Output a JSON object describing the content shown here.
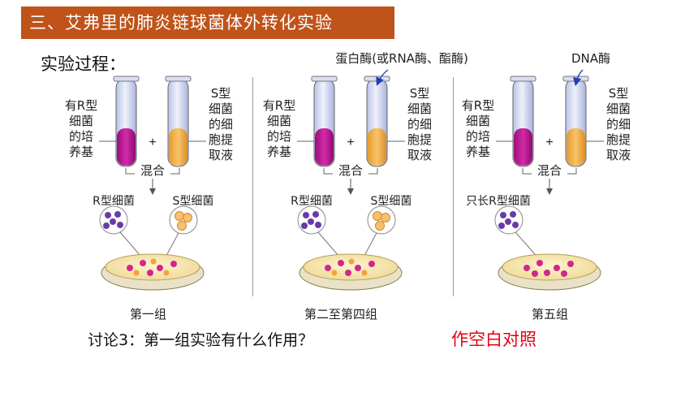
{
  "title": "三、艾弗里的肺炎链球菌体外转化实验",
  "subtitle": "实验过程：",
  "panels": [
    {
      "left_label": "有R型\n细菌\n的培\n养基",
      "right_label": "S型\n细菌\n的细\n胞提\n取液",
      "plus": "+",
      "mix": "混合",
      "enzyme": "",
      "result_left": "R型细菌",
      "result_right": "S型细菌",
      "group": "第一组"
    },
    {
      "left_label": "有R型\n细菌\n的培\n养基",
      "right_label": "S型\n细菌\n的细\n胞提\n取液",
      "plus": "+",
      "mix": "混合",
      "enzyme": "蛋白酶(或RNA酶、酯酶)",
      "result_left": "R型细菌",
      "result_right": "S型细菌",
      "group": "第二至第四组"
    },
    {
      "left_label": "有R型\n细菌\n的培\n养基",
      "right_label": "S型\n细菌\n的细\n胞提\n取液",
      "plus": "+",
      "mix": "混合",
      "enzyme": "DNA酶",
      "result_left": "只长R型细菌",
      "result_right": "",
      "group": "第五组"
    }
  ],
  "question": "讨论3：第一组实验有什么作用？",
  "answer": "作空白对照",
  "colors": {
    "title_bg": "#c0531a",
    "answer": "#e60012",
    "medium_magenta": "#c0169a",
    "extract_orange": "#f5b04a",
    "r_bacteria": "#6a3aa8",
    "s_bacteria": "#f0a030",
    "colony_pink": "#d0288a",
    "dish_agar": "#f7e9b8"
  }
}
